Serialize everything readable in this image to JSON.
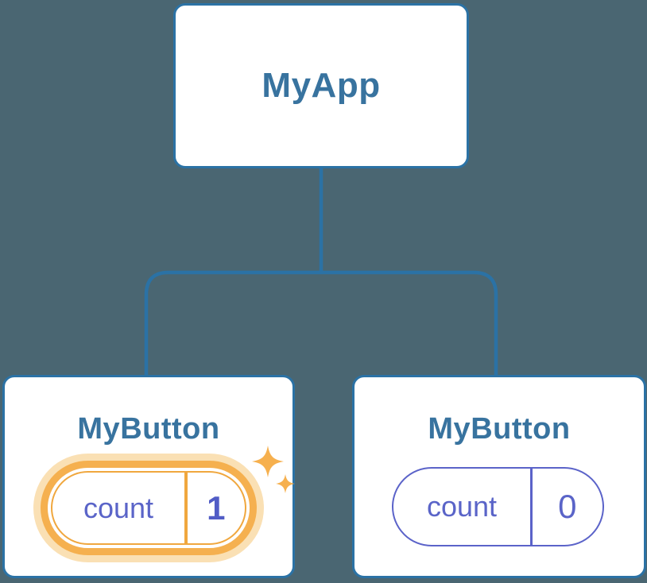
{
  "diagram": {
    "background_color": "#4A6672",
    "connector_color": "#2B72A5",
    "card_border_color": "#2B72A5",
    "card_background_color": "#FFFFFF",
    "title_text_color": "#38739F",
    "state_text_color": "#5A64C8",
    "state_border_color": "#5B63C9",
    "highlight_ring_color": "#F5B04F",
    "highlight_glow_color": "#FAE0B4",
    "highlight_border_color": "#F0A73E",
    "sparkle_color": "#F6B04E",
    "root": {
      "label": "MyApp"
    },
    "children": [
      {
        "label": "MyButton",
        "state_key": "count",
        "state_value": "1",
        "highlighted": true,
        "icon": "sparkles-icon"
      },
      {
        "label": "MyButton",
        "state_key": "count",
        "state_value": "0",
        "highlighted": false
      }
    ]
  }
}
